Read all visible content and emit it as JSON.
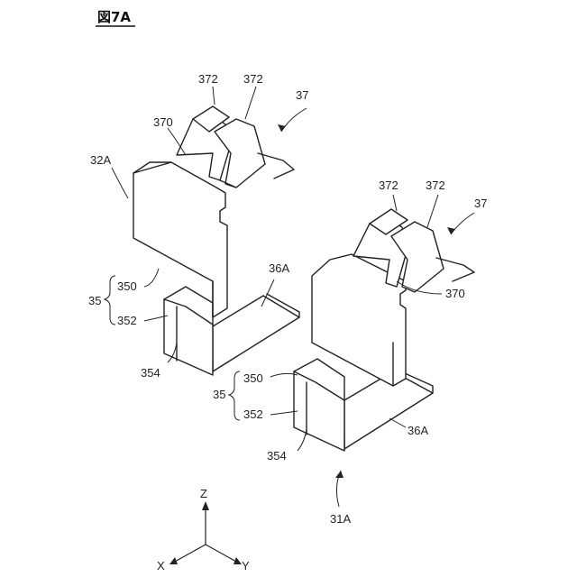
{
  "figure_title": "図7A",
  "left_part": {
    "part_label": "32A",
    "assembly_label": "37",
    "claw_labels": [
      "372",
      "372"
    ],
    "hook_label": "370",
    "plate_label": "36A",
    "group_label": "35",
    "upper_label": "350",
    "lower_label": "352",
    "bend_label": "354"
  },
  "right_part": {
    "assembly_label": "37",
    "claw_labels": [
      "372",
      "372"
    ],
    "hook_label": "370",
    "plate_label": "36A",
    "group_label": "35",
    "upper_label": "350",
    "lower_label": "352",
    "bend_label": "354",
    "part_label": "31A"
  },
  "axes": {
    "z": "Z",
    "x": "X",
    "y": "Y"
  }
}
